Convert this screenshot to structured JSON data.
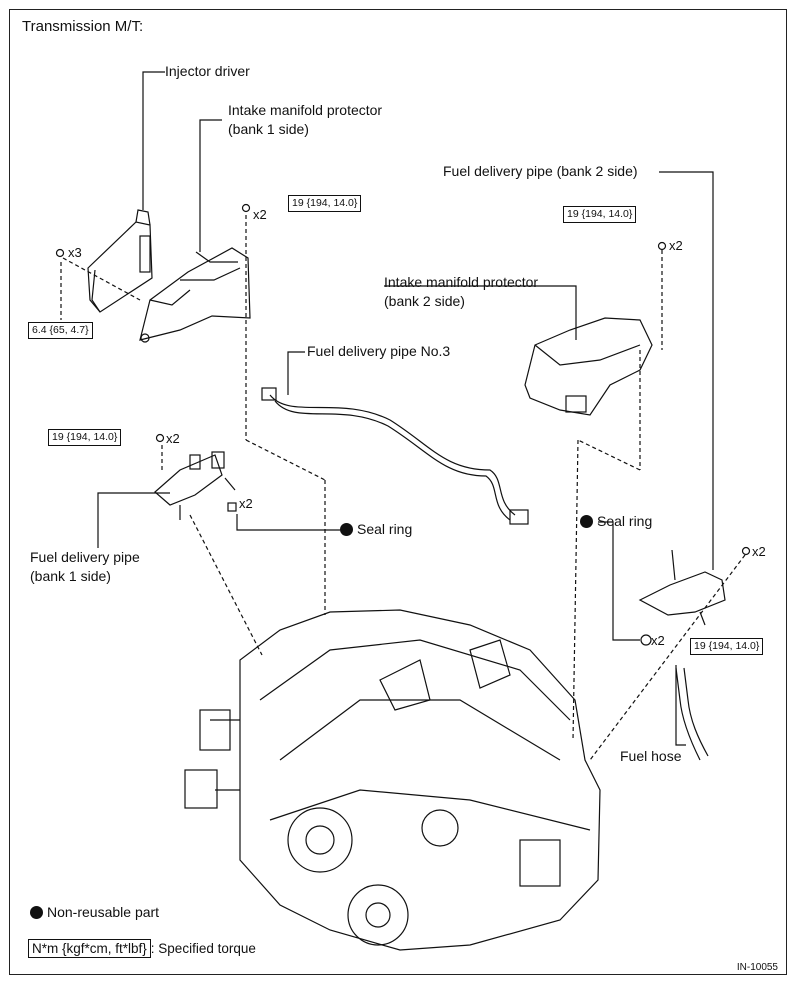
{
  "title": "Transmission M/T:",
  "labels": {
    "injector_driver": "Injector driver",
    "intake_protector_b1_line1": "Intake manifold protector",
    "intake_protector_b1_line2": "(bank 1 side)",
    "fuel_delivery_b2": "Fuel delivery pipe (bank 2 side)",
    "intake_protector_b2_line1": "Intake manifold protector",
    "intake_protector_b2_line2": "(bank 2 side)",
    "fuel_delivery_no3": "Fuel delivery pipe No.3",
    "seal_ring_left": "Seal ring",
    "seal_ring_right": "Seal ring",
    "fuel_delivery_b1_line1": "Fuel delivery pipe",
    "fuel_delivery_b1_line2": "(bank 1 side)",
    "fuel_hose": "Fuel hose"
  },
  "torques": {
    "injector_bolt": "6.4 {65, 4.7}",
    "protector_b1_bolt": "19 {194, 14.0}",
    "protector_b2_bolt": "19 {194, 14.0}",
    "delivery_b1_bolt": "19 {194, 14.0}",
    "delivery_b2_bolt": "19 {194, 14.0}"
  },
  "quantities": {
    "injector_bolt": "x3",
    "protector_b1_bolt": "x2",
    "protector_b2_bolt": "x2",
    "delivery_b1_bolt": "x2",
    "seal_ring_left": "x2",
    "delivery_b2_bolt": "x2",
    "seal_ring_right": "x2"
  },
  "legend": {
    "non_reusable": "Non-reusable part",
    "torque_units": "N*m {kgf*cm, ft*lbf}",
    "torque_desc": ": Specified torque"
  },
  "figure_code": "IN-10055"
}
